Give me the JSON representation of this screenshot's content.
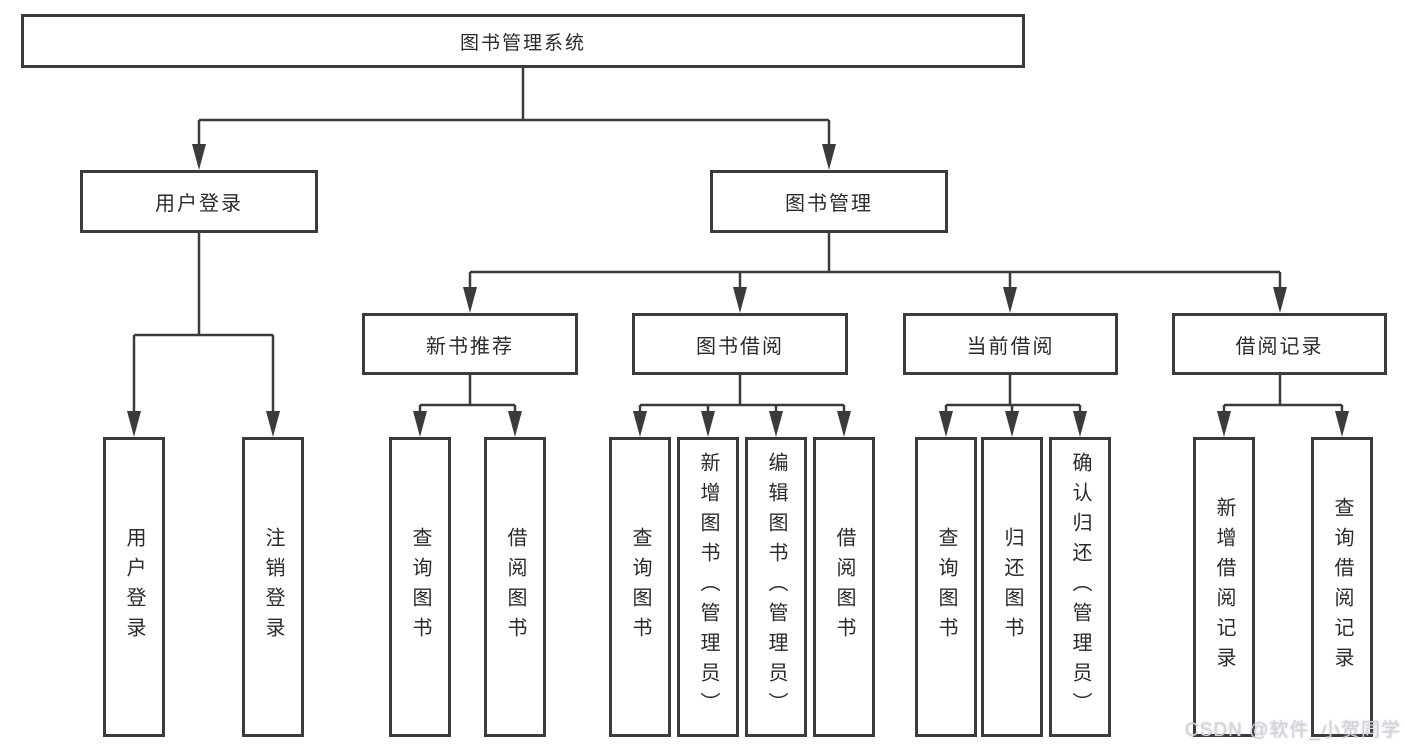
{
  "diagram_type": "hierarchy-tree",
  "tree": {
    "label": "图书管理系统",
    "children": [
      {
        "label": "用户登录",
        "children": [
          {
            "label": "用户登录"
          },
          {
            "label": "注销登录"
          }
        ]
      },
      {
        "label": "图书管理",
        "children": [
          {
            "label": "新书推荐",
            "children": [
              {
                "label": "查询图书"
              },
              {
                "label": "借阅图书"
              }
            ]
          },
          {
            "label": "图书借阅",
            "children": [
              {
                "label": "查询图书"
              },
              {
                "label": "新增图书（管理员）"
              },
              {
                "label": "编辑图书（管理员）"
              },
              {
                "label": "借阅图书"
              }
            ]
          },
          {
            "label": "当前借阅",
            "children": [
              {
                "label": "查询图书"
              },
              {
                "label": "归还图书"
              },
              {
                "label": "确认归还（管理员）"
              }
            ]
          },
          {
            "label": "借阅记录",
            "children": [
              {
                "label": "新增借阅记录"
              },
              {
                "label": "查询借阅记录"
              }
            ]
          }
        ]
      }
    ]
  },
  "watermark": {
    "text": "CSDN @软件_小贺同学"
  },
  "colors": {
    "background": "#ffffff",
    "line": "#3b3b3b",
    "box_border": "#3b3b3b",
    "text": "#2b2b2b",
    "watermark": "#d3d3da"
  }
}
